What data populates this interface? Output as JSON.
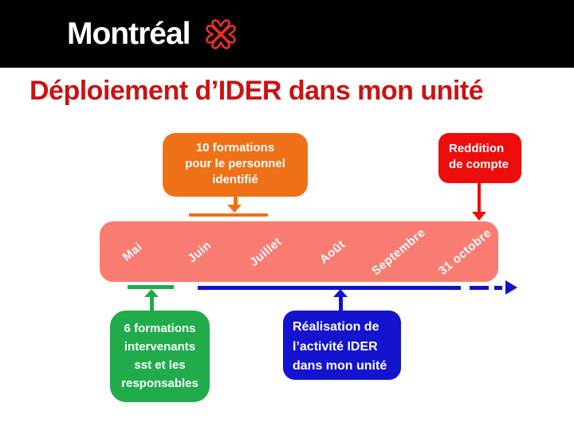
{
  "banner": {
    "wordmark": "Montréal",
    "rosette_icon": "montreal-flower-four-hearts"
  },
  "title": {
    "text": "Déploiement d’IDER dans mon unité"
  },
  "callout_top_left": {
    "lines": [
      "10 formations",
      "pour le personnel",
      "identifié"
    ]
  },
  "callout_top_right": {
    "lines": [
      "Reddition",
      "de compte"
    ]
  },
  "timeline": {
    "months": [
      "Mai",
      "Juin",
      "Juillet",
      "Août",
      "Septembre",
      "31 octobre"
    ]
  },
  "callout_bottom_left": {
    "lines": [
      "6 formations",
      "intervenants",
      "sst et les",
      "responsables"
    ]
  },
  "callout_bottom_right": {
    "lines": [
      "Réalisation de",
      "l’activité IDER",
      "dans mon unité"
    ]
  },
  "colors": {
    "banner_bg": "#000000",
    "title_red": "#CC1212",
    "orange": "#EE7118",
    "red": "#EE0D0D",
    "salmon_bar": "#F97C72",
    "green": "#21AB4B",
    "blue_box": "#1414CE",
    "axis_blue": "#1111CC",
    "logo_red": "#E62E24"
  }
}
